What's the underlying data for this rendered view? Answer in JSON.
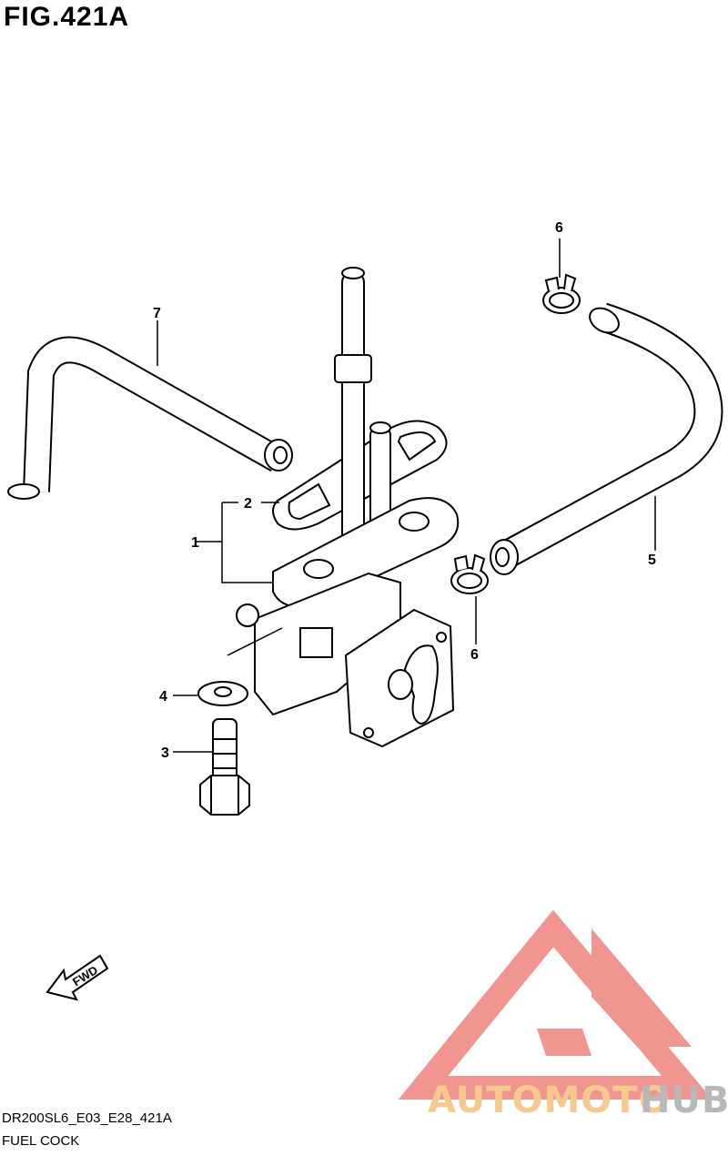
{
  "figure": {
    "title": "FIG.421A"
  },
  "footer": {
    "code": "DR200SL6_E03_E28_421A",
    "name": "FUEL COCK"
  },
  "fwd_label": "FWD",
  "callouts": [
    {
      "id": "1",
      "label": "1"
    },
    {
      "id": "2",
      "label": "2"
    },
    {
      "id": "3",
      "label": "3"
    },
    {
      "id": "4",
      "label": "4"
    },
    {
      "id": "5",
      "label": "5"
    },
    {
      "id": "6a",
      "label": "6"
    },
    {
      "id": "6b",
      "label": "6"
    },
    {
      "id": "7",
      "label": "7"
    }
  ],
  "watermark": {
    "text_part1": "AUTOMOTO",
    "text_part2": "HUB",
    "color_part1": "#f7c98f",
    "color_part2": "#b8b8b8",
    "logo_color": "#f08a84"
  }
}
